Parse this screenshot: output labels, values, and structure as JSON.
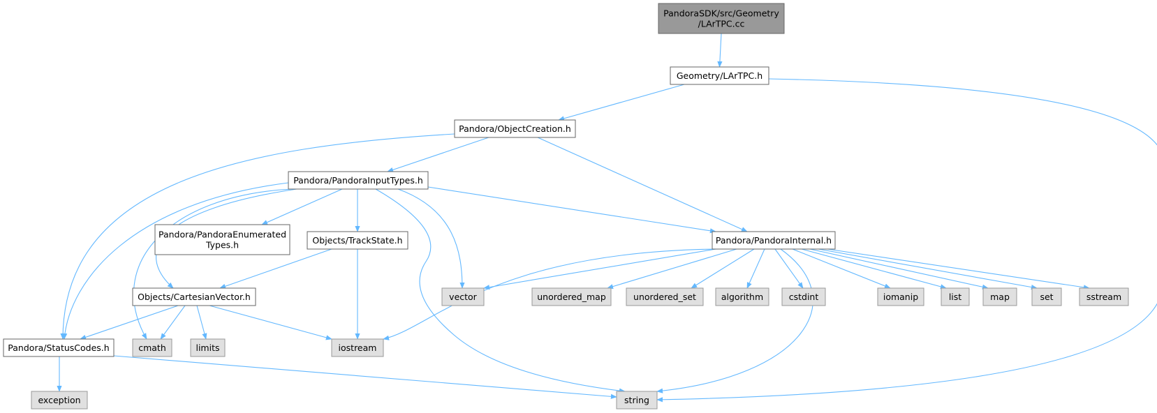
{
  "colors": {
    "edge": "#63b8ff",
    "root_fill": "#999999",
    "root_border": "#666666",
    "documented_fill": "#ffffff",
    "documented_border": "#666666",
    "external_fill": "#e0e0e0",
    "external_border": "#999999"
  },
  "nodes": {
    "lartpc_cc": {
      "lines": [
        "PandoraSDK/src/Geometry",
        "/LArTPC.cc"
      ],
      "kind": "root"
    },
    "lartpc_h": {
      "lines": [
        "Geometry/LArTPC.h"
      ],
      "kind": "documented"
    },
    "objectcreation_h": {
      "lines": [
        "Pandora/ObjectCreation.h"
      ],
      "kind": "documented"
    },
    "pandorainputtypes_h": {
      "lines": [
        "Pandora/PandoraInputTypes.h"
      ],
      "kind": "documented"
    },
    "pandoraenumeratedtypes_h": {
      "lines": [
        "Pandora/PandoraEnumerated",
        "Types.h"
      ],
      "kind": "documented"
    },
    "trackstate_h": {
      "lines": [
        "Objects/TrackState.h"
      ],
      "kind": "documented"
    },
    "pandorainternal_h": {
      "lines": [
        "Pandora/PandoraInternal.h"
      ],
      "kind": "documented"
    },
    "cartesianvector_h": {
      "lines": [
        "Objects/CartesianVector.h"
      ],
      "kind": "documented"
    },
    "statuscodes_h": {
      "lines": [
        "Pandora/StatusCodes.h"
      ],
      "kind": "documented"
    },
    "vector": {
      "lines": [
        "vector"
      ],
      "kind": "external"
    },
    "unordered_map": {
      "lines": [
        "unordered_map"
      ],
      "kind": "external"
    },
    "unordered_set": {
      "lines": [
        "unordered_set"
      ],
      "kind": "external"
    },
    "algorithm": {
      "lines": [
        "algorithm"
      ],
      "kind": "external"
    },
    "cstdint": {
      "lines": [
        "cstdint"
      ],
      "kind": "external"
    },
    "iomanip": {
      "lines": [
        "iomanip"
      ],
      "kind": "external"
    },
    "list": {
      "lines": [
        "list"
      ],
      "kind": "external"
    },
    "map": {
      "lines": [
        "map"
      ],
      "kind": "external"
    },
    "set": {
      "lines": [
        "set"
      ],
      "kind": "external"
    },
    "sstream": {
      "lines": [
        "sstream"
      ],
      "kind": "external"
    },
    "cmath": {
      "lines": [
        "cmath"
      ],
      "kind": "external"
    },
    "limits": {
      "lines": [
        "limits"
      ],
      "kind": "external"
    },
    "iostream": {
      "lines": [
        "iostream"
      ],
      "kind": "external"
    },
    "exception": {
      "lines": [
        "exception"
      ],
      "kind": "external"
    },
    "string": {
      "lines": [
        "string"
      ],
      "kind": "external"
    }
  },
  "edges": [
    [
      "lartpc_cc",
      "lartpc_h"
    ],
    [
      "lartpc_h",
      "objectcreation_h"
    ],
    [
      "lartpc_h",
      "string"
    ],
    [
      "objectcreation_h",
      "pandorainputtypes_h"
    ],
    [
      "objectcreation_h",
      "statuscodes_h"
    ],
    [
      "objectcreation_h",
      "pandorainternal_h"
    ],
    [
      "pandorainputtypes_h",
      "pandoraenumeratedtypes_h"
    ],
    [
      "pandorainputtypes_h",
      "trackstate_h"
    ],
    [
      "pandorainputtypes_h",
      "pandorainternal_h"
    ],
    [
      "pandorainputtypes_h",
      "cartesianvector_h"
    ],
    [
      "pandorainputtypes_h",
      "statuscodes_h"
    ],
    [
      "pandorainputtypes_h",
      "cmath"
    ],
    [
      "pandorainputtypes_h",
      "vector"
    ],
    [
      "pandorainputtypes_h",
      "string"
    ],
    [
      "trackstate_h",
      "cartesianvector_h"
    ],
    [
      "trackstate_h",
      "iostream"
    ],
    [
      "cartesianvector_h",
      "statuscodes_h"
    ],
    [
      "cartesianvector_h",
      "cmath"
    ],
    [
      "cartesianvector_h",
      "limits"
    ],
    [
      "cartesianvector_h",
      "iostream"
    ],
    [
      "statuscodes_h",
      "exception"
    ],
    [
      "statuscodes_h",
      "string"
    ],
    [
      "pandorainternal_h",
      "vector"
    ],
    [
      "pandorainternal_h",
      "iostream"
    ],
    [
      "pandorainternal_h",
      "unordered_map"
    ],
    [
      "pandorainternal_h",
      "unordered_set"
    ],
    [
      "pandorainternal_h",
      "algorithm"
    ],
    [
      "pandorainternal_h",
      "cstdint"
    ],
    [
      "pandorainternal_h",
      "iomanip"
    ],
    [
      "pandorainternal_h",
      "list"
    ],
    [
      "pandorainternal_h",
      "map"
    ],
    [
      "pandorainternal_h",
      "set"
    ],
    [
      "pandorainternal_h",
      "sstream"
    ],
    [
      "pandorainternal_h",
      "string"
    ]
  ]
}
